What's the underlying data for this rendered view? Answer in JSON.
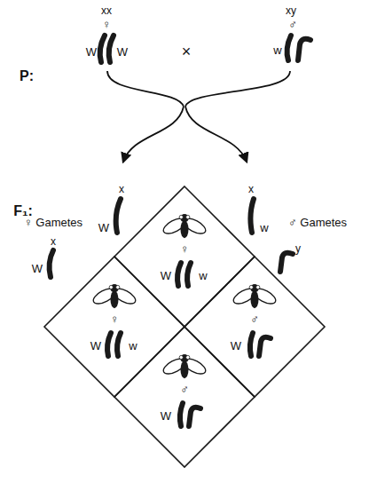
{
  "diagram": {
    "nodes": [
      {
        "text": [
          "♀",
          "W",
          "w"
        ]
      },
      {
        "text": [
          "♀",
          "W",
          "w"
        ]
      },
      {
        "text": [
          "♂",
          "W"
        ]
      },
      {
        "text": [
          "♂",
          "W"
        ]
      }
    ],
    "labels": [
      "P:",
      "xx",
      "♀",
      "W",
      "W",
      "×",
      "xy",
      "♂",
      "w",
      "F₁:",
      "x",
      "W",
      "x",
      "w",
      "♀ Gametes",
      "x",
      "W",
      "♂ Gametes",
      "y"
    ]
  }
}
